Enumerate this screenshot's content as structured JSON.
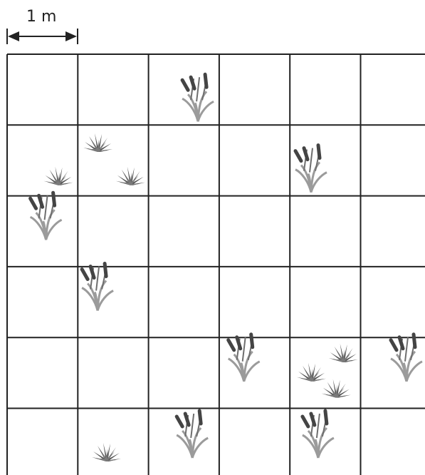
{
  "scale": {
    "label": "1 m"
  },
  "grid": {
    "rows": 6,
    "cols": 6
  },
  "plants": [
    {
      "kind": "cattail",
      "row": 0,
      "col": 2,
      "fx": 0.7,
      "fy": 0.95
    },
    {
      "kind": "sedge",
      "row": 1,
      "col": 1,
      "fx": 0.28,
      "fy": 0.38
    },
    {
      "kind": "sedge",
      "row": 1,
      "col": 0,
      "fx": 0.72,
      "fy": 0.85
    },
    {
      "kind": "sedge",
      "row": 1,
      "col": 1,
      "fx": 0.74,
      "fy": 0.85
    },
    {
      "kind": "cattail",
      "row": 1,
      "col": 4,
      "fx": 0.3,
      "fy": 0.95
    },
    {
      "kind": "cattail",
      "row": 2,
      "col": 0,
      "fx": 0.55,
      "fy": 0.62
    },
    {
      "kind": "cattail",
      "row": 3,
      "col": 1,
      "fx": 0.28,
      "fy": 0.62
    },
    {
      "kind": "cattail",
      "row": 4,
      "col": 3,
      "fx": 0.35,
      "fy": 0.62
    },
    {
      "kind": "sedge",
      "row": 4,
      "col": 4,
      "fx": 0.75,
      "fy": 0.35
    },
    {
      "kind": "sedge",
      "row": 4,
      "col": 4,
      "fx": 0.3,
      "fy": 0.62
    },
    {
      "kind": "sedge",
      "row": 4,
      "col": 4,
      "fx": 0.65,
      "fy": 0.85
    },
    {
      "kind": "cattail",
      "row": 4,
      "col": 5,
      "fx": 0.65,
      "fy": 0.62
    },
    {
      "kind": "sedge",
      "row": 5,
      "col": 1,
      "fx": 0.4,
      "fy": 0.75
    },
    {
      "kind": "cattail",
      "row": 5,
      "col": 2,
      "fx": 0.62,
      "fy": 0.7
    },
    {
      "kind": "cattail",
      "row": 5,
      "col": 4,
      "fx": 0.4,
      "fy": 0.7
    }
  ]
}
